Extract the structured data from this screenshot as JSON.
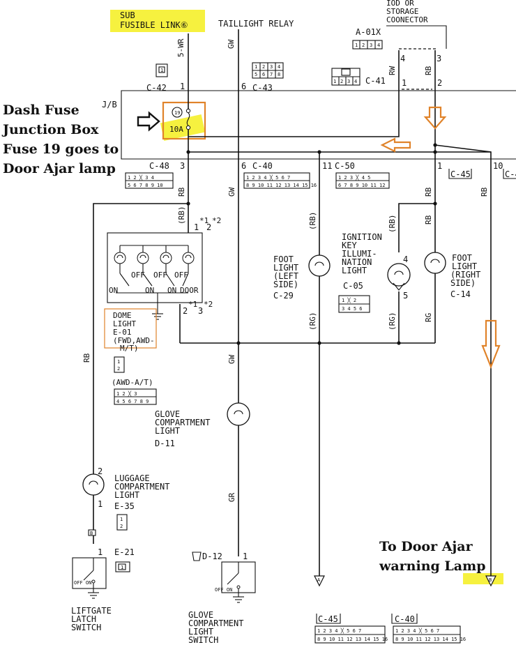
{
  "labels": {
    "sub_fusible_link_1": "SUB",
    "sub_fusible_link_2": "FUSIBLE LINK⑥",
    "taillight_relay": "TAILLIGHT RELAY",
    "iod_1": "IOD OR",
    "iod_2": "STORAGE",
    "iod_3": "COONECTOR",
    "a01x": "A-01X",
    "c42": "C-42",
    "c43": "C-43",
    "c41": "C-41",
    "jb": "J/B",
    "c48": "C-48",
    "c40": "C-40",
    "c50": "C-50",
    "c45": "C-45",
    "c4x": "C-4",
    "fuse_num": "19",
    "fuse_amp": "10A",
    "wire_5wr": "5-WR",
    "wire_gw": "GW",
    "wire_rw": "RW",
    "wire_rb": "RB",
    "wire_rb_paren": "(RB)",
    "wire_rg_paren": "(RG)",
    "wire_rg": "RG",
    "wire_gr": "GR",
    "pin_1": "1",
    "pin_2": "2",
    "pin_3": "3",
    "pin_4": "4",
    "pin_5": "5",
    "pin_6": "6",
    "pin_10": "10",
    "pin_11": "11",
    "star_1": "*1",
    "star_2": "*2",
    "sw_off": "OFF",
    "sw_on": "ON",
    "sw_door": "DOOR",
    "dome_1": "DOME",
    "dome_2": "LIGHT",
    "dome_3": "E-01",
    "dome_4": "(FWD,AWD-",
    "dome_5": "M/T)",
    "awd_at": "(AWD-A/T)",
    "foot_left_1": "FOOT",
    "foot_left_2": "LIGHT",
    "foot_left_3": "(LEFT",
    "foot_left_4": "SIDE)",
    "c29": "C-29",
    "ign_1": "IGNITION",
    "ign_2": "KEY",
    "ign_3": "ILLUMI-",
    "ign_4": "NATION",
    "ign_5": "LIGHT",
    "c05": "C-05",
    "foot_right_1": "FOOT",
    "foot_right_2": "LIGHT",
    "foot_right_3": "(RIGHT",
    "foot_right_4": "SIDE)",
    "c14": "C-14",
    "glove_1": "GLOVE",
    "glove_2": "COMPARTMENT",
    "glove_3": "LIGHT",
    "d11": "D-11",
    "luggage_1": "LUGGAGE",
    "luggage_2": "COMPARTMENT",
    "luggage_3": "LIGHT",
    "e35": "E-35",
    "e21": "E-21",
    "d12": "D-12",
    "liftgate_1": "LIFTGATE",
    "liftgate_2": "LATCH",
    "liftgate_3": "SWITCH",
    "glove_sw_1": "GLOVE",
    "glove_sw_2": "COMPARTMENT",
    "glove_sw_3": "LIGHT",
    "glove_sw_4": "SWITCH",
    "off_on": "OFF  ON",
    "term_a": "A",
    "term_b": "B",
    "b_mark": "B"
  },
  "annotations": {
    "dash_fuse_1": "Dash Fuse",
    "dash_fuse_2": "Junction Box",
    "dash_fuse_3": "Fuse 19 goes to",
    "dash_fuse_4": "Door Ajar lamp",
    "door_ajar_1": "To Door Ajar",
    "door_ajar_2": "warning Lamp"
  },
  "connector_pins": {
    "a01x": [
      "1",
      "2",
      "3",
      "4"
    ],
    "c42": [
      "1"
    ],
    "c43_top": [
      "1",
      "2",
      "3",
      "4"
    ],
    "c43_bot": [
      "5",
      "6",
      "7",
      "8"
    ],
    "c41": [
      "1",
      "2",
      "3",
      "4"
    ],
    "c48_top": [
      "1",
      "2",
      "",
      "3",
      "4"
    ],
    "c48_bot": [
      "5",
      "6",
      "7",
      "8",
      "9",
      "10"
    ],
    "c40_row": [
      "1",
      "2",
      "3",
      "4",
      "",
      "5",
      "6",
      "7"
    ],
    "c40_bot": [
      "8",
      "9",
      "10",
      "11",
      "12",
      "13",
      "14",
      "15",
      "16"
    ],
    "c50_top": [
      "1",
      "2",
      "3",
      "",
      "4",
      "5"
    ],
    "c50_bot": [
      "6",
      "7",
      "8",
      "9",
      "10",
      "11",
      "12"
    ],
    "c05_top": [
      "1",
      "2"
    ],
    "c05_bot": [
      "3",
      "4",
      "5",
      "6"
    ],
    "awd_top": [
      "1",
      "2",
      "",
      "3"
    ],
    "awd_bot": [
      "4",
      "5",
      "6",
      "7",
      "8",
      "9"
    ],
    "c45_top": [
      "1",
      "2",
      "3",
      "4",
      "",
      "5",
      "6",
      "7"
    ],
    "c45_bot": [
      "8",
      "9",
      "10",
      "11",
      "12",
      "13",
      "14",
      "15",
      "16"
    ],
    "e01": [
      "1",
      "2"
    ],
    "e35": [
      "1",
      "2"
    ],
    "e21": [
      "1"
    ]
  },
  "colors": {
    "highlight": "#f5ef2a",
    "annotation_orange": "#e0832a",
    "ink": "#111111"
  }
}
